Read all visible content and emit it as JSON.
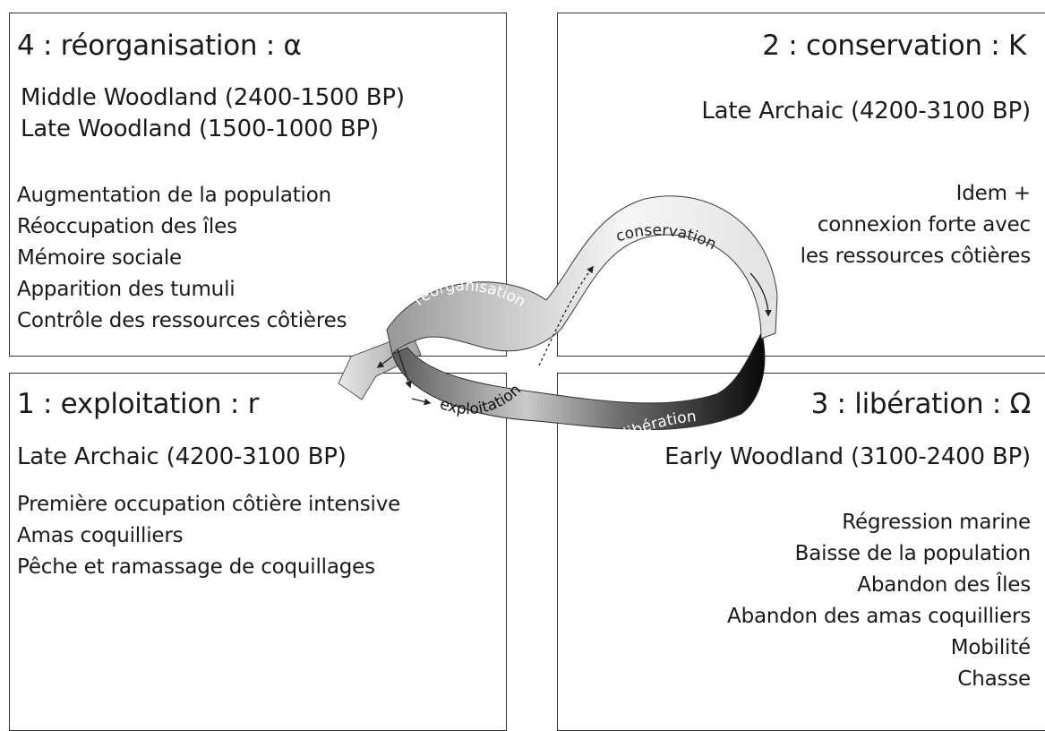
{
  "panels": {
    "reorganisation": {
      "title": "4 : réorganisation : α",
      "periods": [
        "Middle Woodland (2400-1500 BP)",
        "Late Woodland (1500-1000 BP)"
      ],
      "items": [
        "Augmentation de la population",
        "Réoccupation des îles",
        "Mémoire sociale",
        "Apparition des tumuli",
        "Contrôle des ressources côtières"
      ]
    },
    "conservation": {
      "title": "2 : conservation : K",
      "periods": [
        "Late Archaic (4200-3100 BP)"
      ],
      "items": [
        "Idem +",
        "connexion forte avec",
        "les ressources côtières"
      ]
    },
    "exploitation": {
      "title": "1 : exploitation : r",
      "periods": [
        "Late Archaic (4200-3100 BP)"
      ],
      "items": [
        "Première occupation côtière intensive",
        "Amas coquilliers",
        "Pêche et ramassage de coquillages"
      ]
    },
    "liberation": {
      "title": "3 : libération : Ω",
      "periods": [
        "Early Woodland (3100-2400 BP)"
      ],
      "items": [
        "Régression marine",
        "Baisse de la population",
        "Abandon des Îles",
        "Abandon des amas coquilliers",
        "Mobilité",
        "Chasse"
      ]
    }
  },
  "loop_labels": {
    "reorganisation": "réorganisation",
    "conservation": "conservation",
    "exploitation": "exploitation",
    "liberation": "libération"
  },
  "colors": {
    "border": "#333333",
    "ribbon_light": "#f4f4f4",
    "ribbon_dark": "#0a0a0a"
  }
}
